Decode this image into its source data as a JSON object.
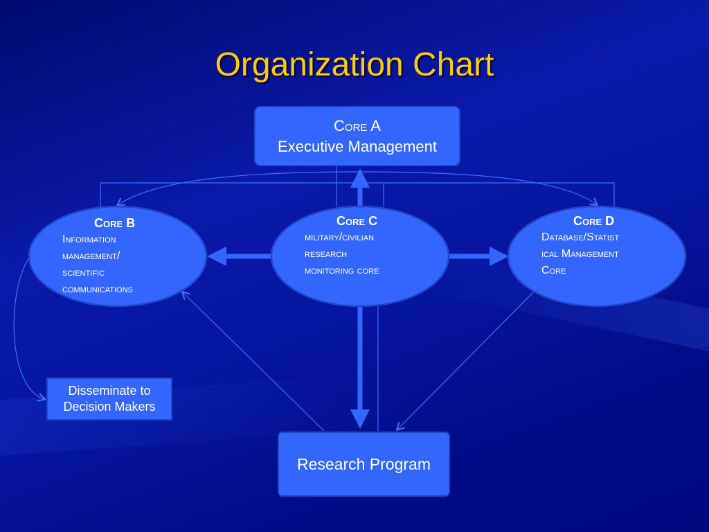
{
  "title": "Organization Chart",
  "core_a": {
    "name": "Core A",
    "desc": "Executive Management"
  },
  "core_b": {
    "name": "Core B",
    "lines": [
      "Information",
      "management/",
      "scientific",
      "communications"
    ]
  },
  "core_c": {
    "name": "Core C",
    "lines": [
      "military/civilian",
      "research",
      "monitoring core"
    ]
  },
  "core_d": {
    "name": "Core D",
    "lines": [
      "Database/Statist",
      "ical Management",
      "Core"
    ]
  },
  "disseminate": {
    "lines": [
      "Disseminate to",
      "Decision Makers"
    ]
  },
  "research": {
    "label": "Research Program"
  },
  "colors": {
    "title": "#FFCC00",
    "node": "#3366FF",
    "background": "#000a80"
  }
}
